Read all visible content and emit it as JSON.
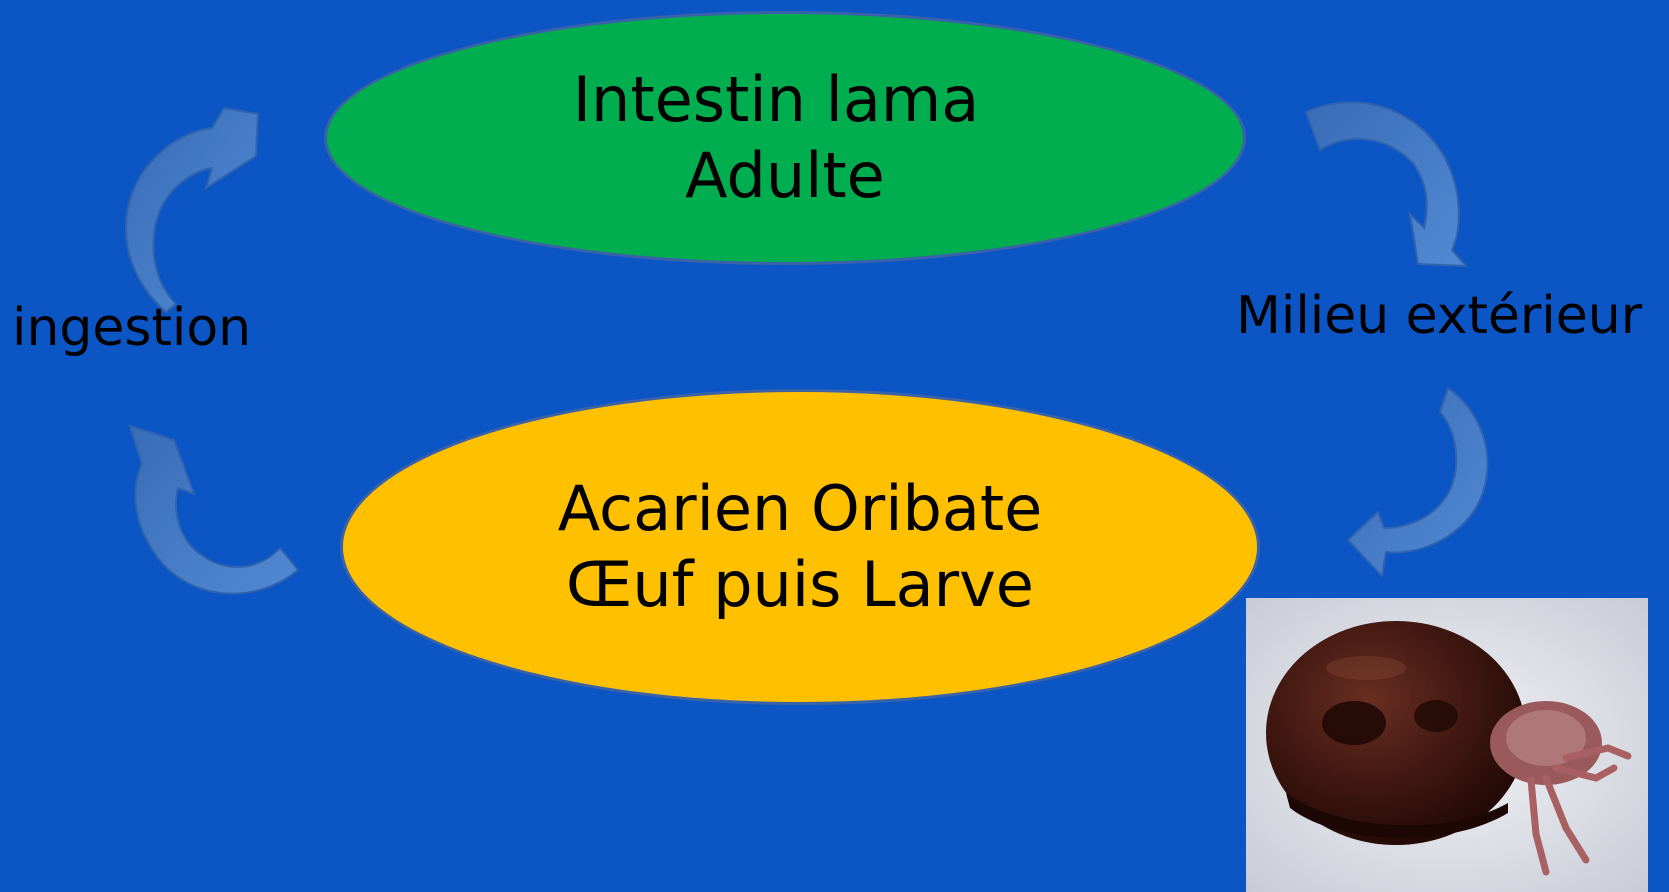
{
  "diagram": {
    "colors": {
      "background": "#0b55c4",
      "host_stage": "#00ae4f",
      "intermediate_stage": "#ffc000",
      "arrow": "#4f86cc"
    },
    "host_stage": {
      "line1": "Intestin lama",
      "line2": "Adulte"
    },
    "intermediate_stage": {
      "line1": "Acarien Oribate",
      "line2": "Œuf puis Larve"
    },
    "left_label": "ingestion",
    "right_label": "Milieu extérieur",
    "arrows": [
      {
        "name": "arrow-host-to-environment",
        "icon": "curved-arrow-icon"
      },
      {
        "name": "arrow-environment-to-mite",
        "icon": "curved-arrow-icon"
      },
      {
        "name": "arrow-mite-to-ingestion",
        "icon": "curved-arrow-icon"
      },
      {
        "name": "arrow-ingestion-to-host",
        "icon": "curved-arrow-icon"
      }
    ],
    "photo": {
      "subject": "oribatid-mite-photo"
    }
  }
}
